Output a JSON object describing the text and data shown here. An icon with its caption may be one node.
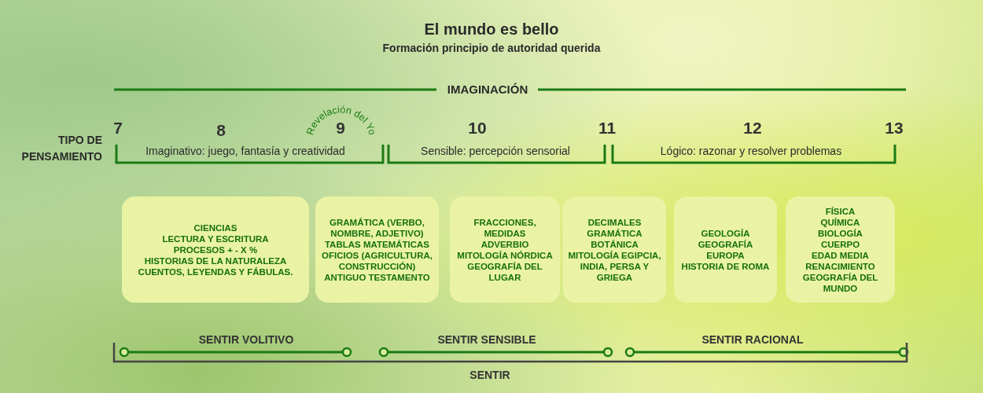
{
  "diagram": {
    "title": "El mundo es bello",
    "nodes": [
      {
        "text": [
          "CIENCIAS",
          "LECTURA Y ESCRITURA",
          "PROCESOS + - X %",
          "HISTORIAS DE LA NATURALEZA",
          "CUENTOS, LEYENDAS Y FÁBULAS."
        ]
      },
      {
        "text": [
          "GRAMÁTICA (VERBO, NOMBRE, ADJETIVO)",
          "TABLAS MATEMÁTICAS",
          "OFICIOS (AGRICULTURA, CONSTRUCCIÓN)",
          "ANTIGUO TESTAMENTO"
        ]
      },
      {
        "text": [
          "FRACCIONES, MEDIDAS",
          "ADVERBIO",
          "MITOLOGÍA NÓRDICA",
          "GEOGRAFÍA DEL LUGAR"
        ]
      },
      {
        "text": [
          "DECIMALES",
          "GRAMÁTICA",
          "BOTÁNICA",
          "MITOLOGÍA EGIPCIA, INDIA, PERSA Y GRIEGA"
        ]
      },
      {
        "text": [
          "GEOLOGÍA",
          "GEOGRAFÍA",
          "EUROPA",
          "HISTORIA DE ROMA"
        ]
      },
      {
        "text": [
          "FÍSICA",
          "QUÍMICA",
          "BIOLOGÍA",
          "CUERPO",
          "EDAD MEDIA",
          "RENACIMIENTO",
          "GEOGRAFÍA DEL MUNDO"
        ]
      }
    ],
    "labels": [
      "Formación principio de autoridad querida",
      "IMAGINACIÓN",
      "7",
      "8",
      "Revelación del Yo",
      "9",
      "10",
      "11",
      "12",
      "13",
      "TIPO DE PENSAMIENTO",
      "Imaginativo: juego, fantasía y creatividad",
      "Sensible: percepción sensorial",
      "Lógico: razonar y resolver problemas",
      "SENTIR VOLITIVO",
      "SENTIR SENSIBLE",
      "SENTIR RACIONAL",
      "SENTIR"
    ]
  }
}
